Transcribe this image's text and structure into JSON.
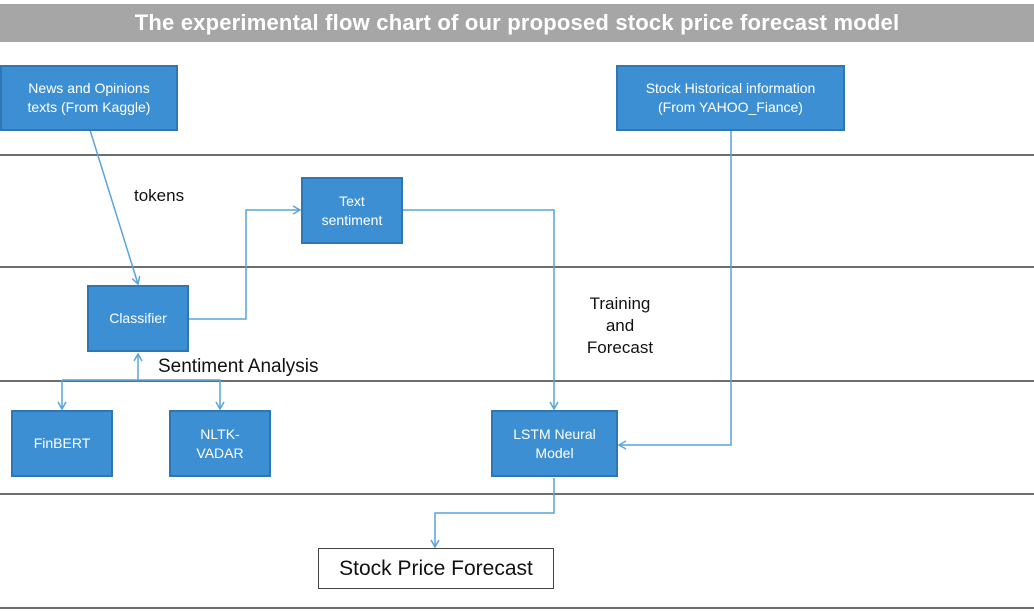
{
  "title": "The experimental flow chart of our proposed stock price forecast model",
  "nodes": {
    "news": "News and  Opinions\ntexts (From Kaggle)",
    "stock_history": "Stock Historical information\n(From YAHOO_Fiance)",
    "text_sentiment": "Text\nsentiment",
    "classifier": "Classifier",
    "finbert": "FinBERT",
    "nltk_vadar": "NLTK-\nVADAR",
    "lstm": "LSTM Neural\nModel",
    "forecast": "Stock Price Forecast"
  },
  "labels": {
    "tokens": "tokens",
    "training": "Training\nand\nForecast",
    "sentiment_analysis": "Sentiment Analysis"
  },
  "colors": {
    "box_fill": "#3c8fd3",
    "arrow": "#5aa4dc",
    "title_bar": "#a6a6a6"
  }
}
